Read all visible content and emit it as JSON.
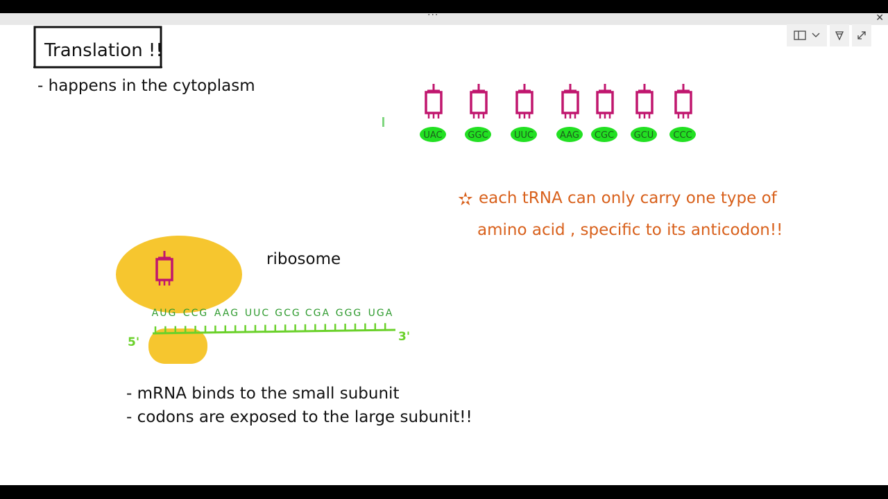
{
  "window": {
    "close_glyph": "✕",
    "more_glyph": "···"
  },
  "toolbar": {
    "buttons": [
      {
        "icon": "panel-icon"
      },
      {
        "icon": "pen-icon"
      },
      {
        "icon": "expand-icon"
      }
    ]
  },
  "note": {
    "title": "Translation !!",
    "bullet_cytoplasm": "- happens in the cytoplasm",
    "trna_anticodons": [
      "UAC",
      "GGC",
      "UUC",
      "AAG",
      "CGC",
      "GCU",
      "CCC"
    ],
    "star_note_line1": "each tRNA can only carry one type of",
    "star_note_line2": "amino acid , specific to its anticodon!!",
    "ribosome_label": "ribosome",
    "mrna_codons": [
      "AUG",
      "CCG",
      "AAG",
      "UUC",
      "GCG",
      "CGA",
      "GGG",
      "UGA"
    ],
    "five_prime": "5'",
    "three_prime": "3'",
    "bullet_mrna": "- mRNA binds to the small subunit",
    "bullet_codons": "- codons are exposed to the large subunit!!"
  },
  "colors": {
    "ink_black": "#111111",
    "trna_magenta": "#c0166e",
    "highlight_green": "#22e022",
    "codon_green": "#2f9b2f",
    "mrna_green": "#6ad12a",
    "ribosome_yellow": "#f6c62f",
    "note_orange": "#d8601b"
  }
}
